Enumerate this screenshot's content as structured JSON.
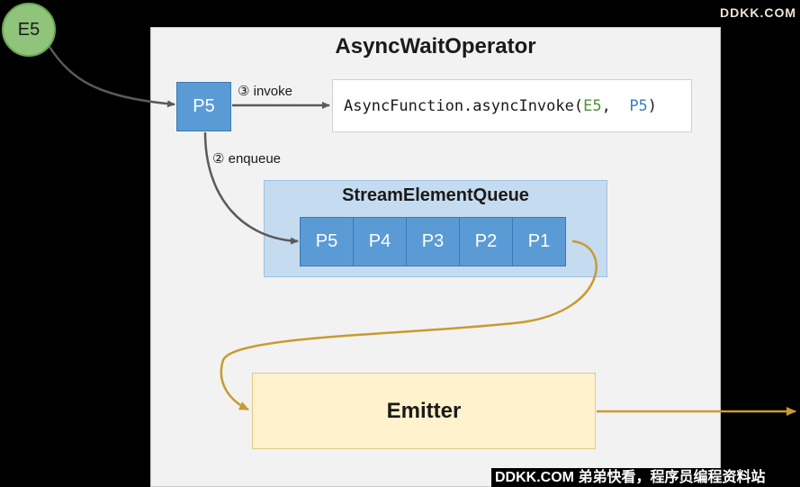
{
  "watermarks": {
    "top": "DDKK.COM",
    "bottom": "DDKK.COM 弟弟快看，程序员编程资料站"
  },
  "input_event": "E5",
  "operator": {
    "title": "AsyncWaitOperator"
  },
  "promise": "P5",
  "invoke": {
    "label": "③ invoke",
    "call_prefix": "AsyncFunction.asyncInvoke(",
    "arg1": "E5",
    "sep": ",  ",
    "arg2": "P5",
    "call_suffix": ")"
  },
  "enqueue_label": "② enqueue",
  "queue": {
    "title": "StreamElementQueue",
    "slots": [
      "P5",
      "P4",
      "P3",
      "P2",
      "P1"
    ]
  },
  "emitter": {
    "label": "Emitter"
  },
  "colors": {
    "event": "#8fc47a",
    "promise": "#5b9bd5",
    "queue": "#c5dbf0",
    "emitter": "#fff2cc",
    "gold_arrow": "#c89b2e",
    "gray_arrow": "#5a5a5a"
  }
}
